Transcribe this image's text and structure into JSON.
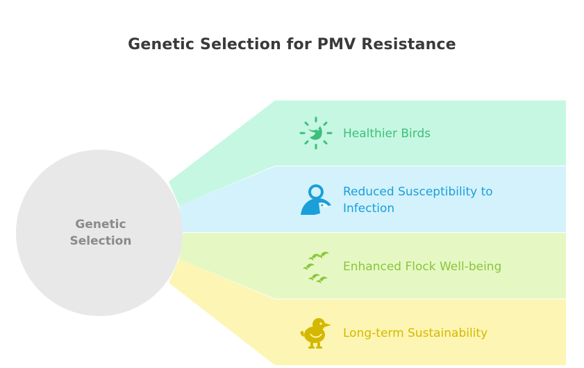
{
  "title": "Genetic Selection for PMV Resistance",
  "center": {
    "line1": "Genetic",
    "line2": "Selection",
    "fill": "#e8e8e8",
    "text_color": "#8a8a8a"
  },
  "items": [
    {
      "line1": "Healthier Birds",
      "line2": "",
      "icon": "sun-bird-icon",
      "band_color": "#c6f7e2",
      "text_color": "#3dbf7a"
    },
    {
      "line1": "Reduced Susceptibility to",
      "line2": "Infection",
      "icon": "protected-bird-icon",
      "band_color": "#d3f2fc",
      "text_color": "#1a9fd9"
    },
    {
      "line1": "Enhanced Flock Well-being",
      "line2": "",
      "icon": "flock-icon",
      "band_color": "#e5f8c4",
      "text_color": "#8cc43a"
    },
    {
      "line1": "Long-term Sustainability",
      "line2": "",
      "icon": "chick-icon",
      "band_color": "#fdf5b3",
      "text_color": "#d4b800"
    }
  ]
}
